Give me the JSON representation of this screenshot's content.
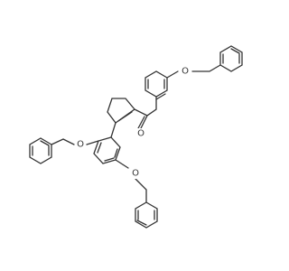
{
  "molecule": {
    "atom_labels": {
      "carbonyl_oxygen": "O",
      "ether_oxygen_top_right": "O",
      "ether_oxygen_left": "O",
      "ether_oxygen_bottom": "O"
    },
    "colors": {
      "bond": "#333333",
      "background": "#ffffff"
    }
  }
}
